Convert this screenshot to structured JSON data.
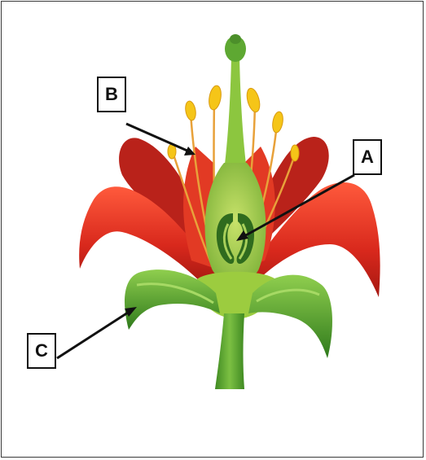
{
  "labels": {
    "a": "A",
    "b": "B",
    "c": "C"
  },
  "colors": {
    "petal": "#d8281c",
    "petal_dark": "#a51812",
    "sepal": "#4c9a2a",
    "sepal_light": "#7cc043",
    "pistil": "#8cc63f",
    "anther": "#f5c518",
    "filament": "#e8a13a",
    "arrow": "#111111"
  }
}
